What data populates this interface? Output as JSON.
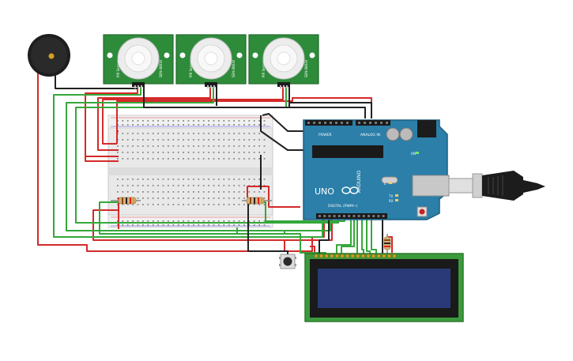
{
  "sensors": [
    {
      "model": "PIR Sensor",
      "code": "SEN-08630"
    },
    {
      "model": "PIR Sensor",
      "code": "SEN-08630"
    },
    {
      "model": "PIR Sensor",
      "code": "SEN-08630"
    }
  ],
  "arduino": {
    "brand": "ARDUINO",
    "model": "UNO",
    "digital_label": "DIGITAL (PWM~)",
    "power_label": "POWER",
    "analog_label": "ANALOG IN",
    "tx_label": "TX",
    "rx_label": "RX",
    "l_label": "L",
    "on_label": "ON"
  },
  "colors": {
    "wire_red": "#d42a2a",
    "wire_green": "#34a83a",
    "wire_black": "#222222",
    "arduino_board": "#2b7fa8",
    "sensor_board": "#2e8b3a",
    "lcd_screen": "#2a3a78"
  }
}
